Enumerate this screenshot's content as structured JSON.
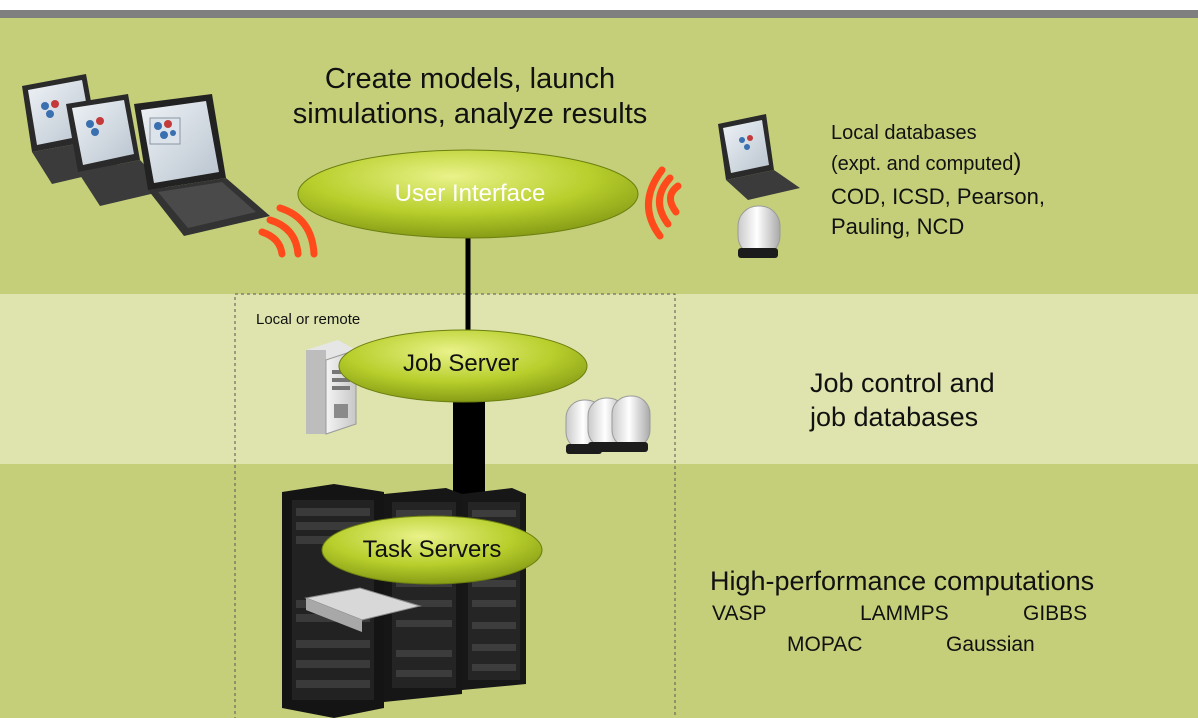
{
  "colors": {
    "band_dark": "#c5cf79",
    "band_light": "#dfe4ae",
    "ellipse_fill": "#b8cf2c",
    "connector": "#000000",
    "signal": "#ff4a1c",
    "top_bar": "#7f7f7f"
  },
  "header": {
    "create_line1": "Create models, launch",
    "create_line2": "simulations, analyze results"
  },
  "nodes": {
    "user_interface": "User Interface",
    "job_server": "Job Server",
    "task_servers": "Task Servers"
  },
  "local_databases": {
    "line1": "Local databases",
    "line2_prefix": "(expt. and computed",
    "line2_paren": ")",
    "line3": "COD, ICSD, Pearson,",
    "line4": "Pauling, NCD"
  },
  "job_section": {
    "local_or_remote": "Local or remote",
    "control_line1": "Job control and",
    "control_line2": "job databases"
  },
  "hpc": {
    "title": "High-performance computations",
    "codes": [
      "VASP",
      "LAMMPS",
      "GIBBS",
      "MOPAC",
      "Gaussian"
    ]
  },
  "icons": [
    "laptop-icon",
    "wireless-signal-icon",
    "router-icon",
    "tower-server-icon",
    "server-rack-icon"
  ]
}
